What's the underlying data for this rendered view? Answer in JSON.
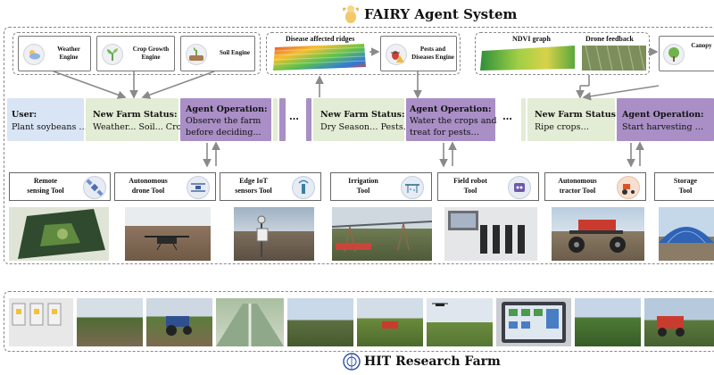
{
  "header": {
    "title": "FAIRY Agent System"
  },
  "engines": {
    "weather": "Weather Engine",
    "crop": "Crop Growth Engine",
    "soil": "Soil Engine",
    "pests": "Pests and Diseases Engine",
    "canopy": "Canopy"
  },
  "maps": {
    "disease": "Disease affected ridges",
    "ndvi": "NDVI graph",
    "drone": "Drone feedback"
  },
  "flow": {
    "user_label": "User:",
    "user_text": "Plant soybeans …",
    "s1_label": "New Farm Status:",
    "s1_text": "Weather... Soil... Crop...",
    "a1_label": "Agent Operation:",
    "a1_line1": "Observe the farm",
    "a1_line2": "before deciding...",
    "s2_label": "New Farm Status:",
    "s2_text": "Dry Season… Pests…",
    "a2_label": "Agent Operation:",
    "a2_line1": "Water the crops and",
    "a2_line2": "treat for pests…",
    "s3_label": "New Farm Status:",
    "s3_text": "Ripe crops…",
    "a3_label": "Agent Operation:",
    "a3_text": "Start harvesting …",
    "ellipsis1": "…",
    "ellipsis2": "…"
  },
  "tools": {
    "remote_l1": "Remote",
    "remote_l2": "sensing Tool",
    "drone_l1": "Autonomous",
    "drone_l2": "drone Tool",
    "iot_l1": "Edge IoT",
    "iot_l2": "sensors Tool",
    "irr_l1": "Irrigation",
    "irr_l2": "Tool",
    "robot_l1": "Field robot",
    "robot_l2": "Tool",
    "tractor_l1": "Autonomous",
    "tractor_l2": "tractor Tool",
    "storage_l1": "Storage",
    "storage_l2": "Tool"
  },
  "footer": {
    "title": "HIT Research Farm"
  },
  "colors": {
    "status_green": "#e3ecd5",
    "operation_purple": "#a98fc6",
    "user_blue": "#d9e5f4",
    "dashed_border": "#888888",
    "arrow_gray": "#8a8a8a"
  }
}
